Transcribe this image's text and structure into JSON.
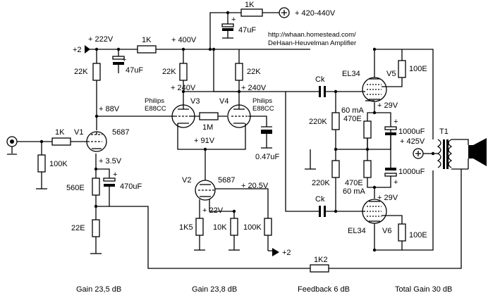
{
  "supply": {
    "r_supply": "1K",
    "plus_supply": "+",
    "v_supply": "+ 420-440V",
    "c_supply_plus": "+",
    "c_supply": "47uF"
  },
  "header": {
    "url": "http://whaan.homestead.com/",
    "title": "DeHaan-Heuvelman Amplifier"
  },
  "rail": {
    "node2": "+2",
    "v222": "+ 222V",
    "r1k": "1K",
    "v400": "+ 400V",
    "c47_plus": "+",
    "c47": "47uF"
  },
  "loads": {
    "r22k_v1": "22K",
    "r22k_v3": "22K",
    "r22k_v4": "22K",
    "v240_left": "+ 240V",
    "v240_right": "+ 240V",
    "v88": "+ 88V"
  },
  "input": {
    "r1k": "1K",
    "r100k": "100K",
    "v1": "V1",
    "v1_type": "5687"
  },
  "cathode_v1": {
    "v35": "+ 3.5V",
    "c_plus": "+",
    "c470": "470uF",
    "r560": "560E",
    "r22": "22E"
  },
  "diff": {
    "v3": "V3",
    "v4": "V4",
    "philips_l": "Philips",
    "type_l": "E88CC",
    "philips_r": "Philips",
    "type_r": "E88CC",
    "r1m": "1M",
    "v91": "+ 91V",
    "c047": "0.47uF"
  },
  "ccs": {
    "v2": "V2",
    "v2_type": "5687",
    "v205": "+ 20.5V",
    "v22": "+ 22V",
    "r1k5": "1K5",
    "r10k": "10K",
    "r100k": "100K",
    "fb_node": "+2"
  },
  "output": {
    "ck_top": "Ck",
    "ck_bottom": "Ck",
    "r220k_top": "220K",
    "r220k_bottom": "220K",
    "el34_top": "EL34",
    "v5": "V5",
    "el34_bottom": "EL34",
    "v6": "V6",
    "r100e_top": "100E",
    "r100e_bottom": "100E",
    "ma_top": "60 mA",
    "ma_bottom": "60 mA",
    "r470_tl": "470E",
    "r470_bl": "470E",
    "v29_top": "+ 29V",
    "v29_bottom": "+ 29V",
    "c1000_top": "1000uF",
    "c1000_bottom": "1000uF",
    "c_top_plus": "+",
    "c_bottom_plus": "+",
    "t1": "T1",
    "v425": "+ 425V"
  },
  "feedback": {
    "r1k2": "1K2"
  },
  "gains": {
    "stage1": "Gain 23,5 dB",
    "stage2": "Gain 23,8 dB",
    "feedback": "Feedback 6 dB",
    "total": "Total Gain 30 dB"
  }
}
